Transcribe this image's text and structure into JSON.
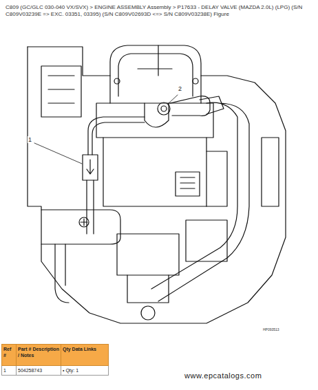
{
  "diagram": {
    "title": "C809 (GC/GLC 030-040 VX/SVX) > ENGINE ASSEMBLY Assembly > P17633 - DELAY VALVE (MAZDA 2.0L) (LPG) (S/N C809V03239E => EXC. 03351, 03395) (S/N C809V02693D <=> S/N C809V03238E) Figure",
    "labels": [
      "1",
      "2",
      "HP093513",
      "Ref #",
      "Part # Description / Notes",
      "Qty Data Links",
      "1",
      "504258743",
      "• Qty: 1",
      "www.epcatalogs.com"
    ]
  }
}
